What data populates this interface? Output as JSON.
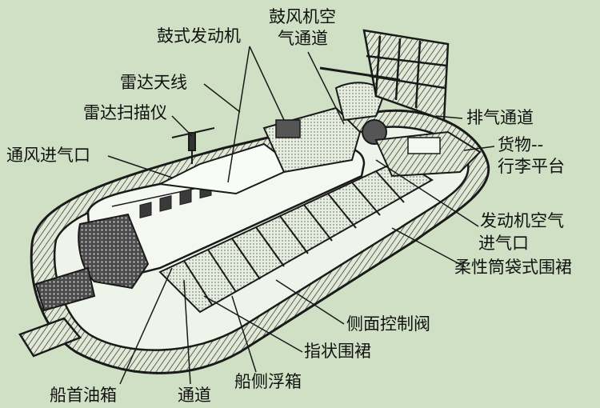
{
  "labels": {
    "drum_engine": "鼓式发动机",
    "blower_duct_1": "鼓风机空",
    "blower_duct_2": "气通道",
    "radar_antenna": "雷达天线",
    "radar_scanner": "雷达扫描仪",
    "vent_intake": "通风进气口",
    "exhaust_duct": "排气通道",
    "cargo_platform_1": "货物--",
    "cargo_platform_2": "行李平台",
    "engine_air_intake_1": "发动机空气",
    "engine_air_intake_2": "进气口",
    "flexible_bag_skirt": "柔性筒袋式围裙",
    "side_control_valve": "侧面控制阀",
    "finger_skirt": "指状围裙",
    "bow_fuel_tank": "船首油箱",
    "passage": "通道",
    "side_pontoon": "船侧浮箱"
  },
  "colors": {
    "background": "#cfe0c4",
    "line": "#1a1a1a"
  }
}
